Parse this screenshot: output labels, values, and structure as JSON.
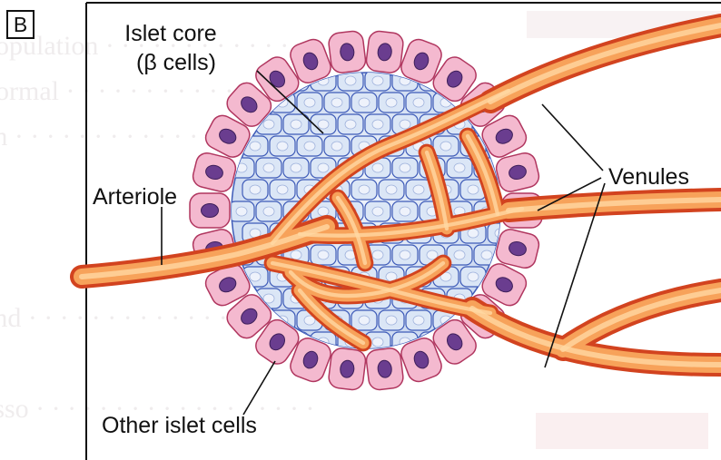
{
  "figure": {
    "panel_label": "B",
    "labels": {
      "islet_core_line1": "Islet core",
      "islet_core_line2": "(β cells)",
      "arteriole": "Arteriole",
      "venules": "Venules",
      "other_cells": "Other islet cells"
    }
  },
  "colors": {
    "background": "#ffffff",
    "vessel_outer": "#d2431f",
    "vessel_inner": "#f7a25a",
    "vessel_highlight": "#ffd8a3",
    "beta_cell_fill": "#dbe6f6",
    "beta_cell_stroke": "#3e5bb8",
    "beta_nucleus": "#eef2fb",
    "outer_cell_fill": "#f4b9cf",
    "outer_cell_stroke": "#b0365f",
    "outer_nucleus": "#6a3d8f",
    "frame": "#111111"
  }
}
